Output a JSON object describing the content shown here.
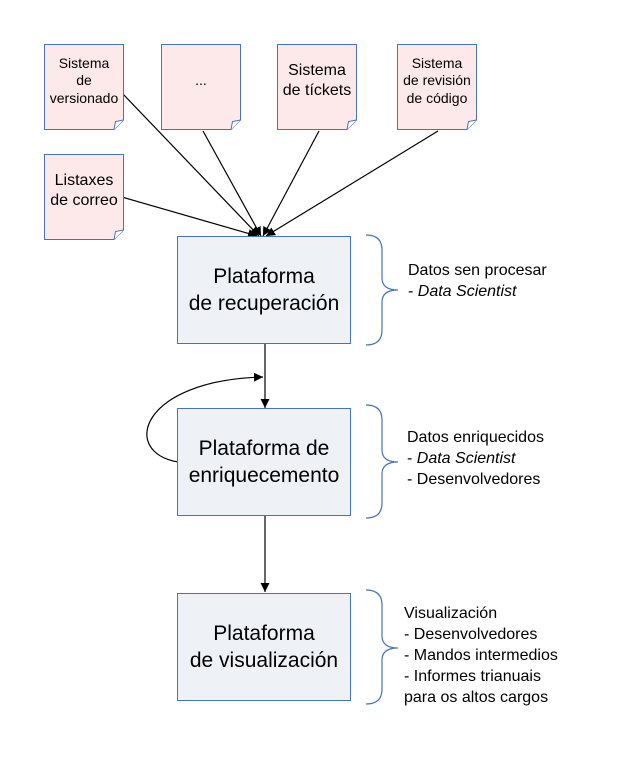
{
  "sources": {
    "versioning": [
      "Sistema",
      "de",
      "versionado"
    ],
    "ellipsis": [
      "..."
    ],
    "tickets": [
      "Sistema",
      "de tíckets"
    ],
    "code_review": [
      "Sistema",
      "de revisión",
      "de código"
    ],
    "mailing_lists": [
      "Listaxes",
      "de correo"
    ]
  },
  "platforms": {
    "retrieval": [
      "Plataforma",
      "de recuperación"
    ],
    "enrichment": [
      "Plataforma de",
      "enriquecemento"
    ],
    "visualization": [
      "Plataforma",
      "de visualización"
    ]
  },
  "notes": {
    "retrieval": [
      "Datos sen procesar",
      "- ",
      "Data Scientist"
    ],
    "enrichment": [
      "Datos enriquecidos",
      "- ",
      "Data Scientist",
      "- Desenvolvedores"
    ],
    "visualization": [
      "Visualización",
      "- Desenvolvedores",
      "- Mandos intermedios",
      "- Informes trianuais",
      "para os altos cargos"
    ]
  },
  "colors": {
    "document_fill": "#fde9ea",
    "document_border": "#4a74ad",
    "box_fill": "#eef2f7",
    "box_border": "#4a74ad",
    "connector": "#000000",
    "brace": "#4a74ad"
  }
}
